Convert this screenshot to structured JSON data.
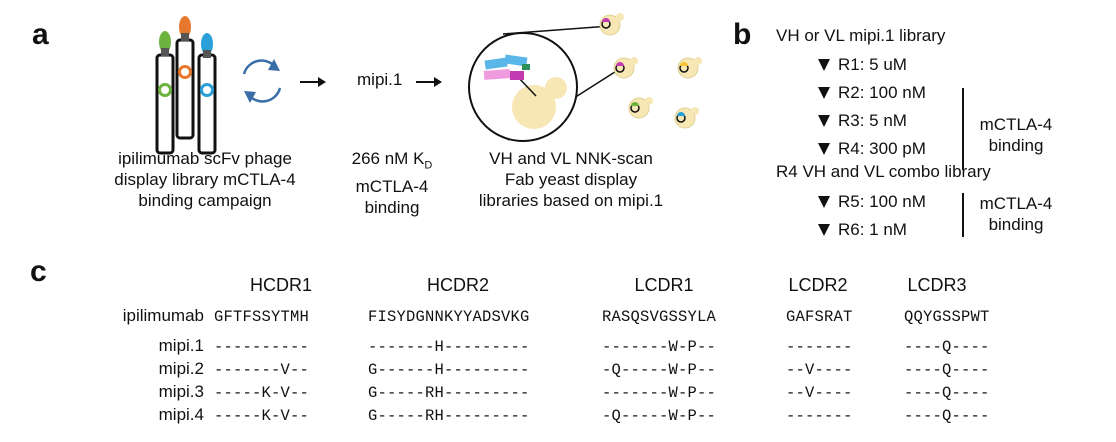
{
  "panels": {
    "a": "a",
    "b": "b",
    "c": "c"
  },
  "panel_a": {
    "mipi_label": "mipi.1",
    "caption_library": [
      "ipilimumab scFv phage",
      "display library mCTLA-4",
      "binding campaign"
    ],
    "caption_kd": {
      "value": "266 nM K",
      "subscript": "D",
      "line2": "mCTLA-4",
      "line3": "binding"
    },
    "caption_yeast": [
      "VH and VL NNK-scan",
      "Fab yeast display",
      "libraries based on mipi.1"
    ],
    "icon_colors": {
      "green": "#6db33f",
      "orange": "#e8772e",
      "blue": "#2a9fd8",
      "pink": "#e06bd0",
      "magenta": "#c23bb0",
      "yeast": "#f6e7b4",
      "yellow": "#f2c230"
    }
  },
  "panel_b": {
    "title1": "VH or VL mipi.1 library",
    "rounds1": [
      "R1: 5 uM",
      "R2: 100 nM",
      "R3: 5 nM",
      "R4: 300 pM"
    ],
    "bracket1": [
      "mCTLA-4",
      "binding"
    ],
    "title2": "R4 VH and VL combo library",
    "rounds2": [
      "R5: 100 nM",
      "R6: 1 nM"
    ],
    "bracket2": [
      "mCTLA-4",
      "binding"
    ]
  },
  "panel_c": {
    "headers": [
      "HCDR1",
      "HCDR2",
      "LCDR1",
      "LCDR2",
      "LCDR3"
    ],
    "rows": [
      {
        "name": "ipilimumab",
        "seqs": [
          "GFTFSSYTMH",
          "FISYDGNNKYYADSVKG",
          "RASQSVGSSYLA",
          "GAFSRAT",
          "QQYGSSPWT"
        ]
      },
      {
        "name": "mipi.1",
        "seqs": [
          "----------",
          "-------H---------",
          "-------W-P--",
          "-------",
          "----Q----"
        ]
      },
      {
        "name": "mipi.2",
        "seqs": [
          "-------V--",
          "G------H---------",
          "-Q-----W-P--",
          "--V----",
          "----Q----"
        ]
      },
      {
        "name": "mipi.3",
        "seqs": [
          "-----K-V--",
          "G-----RH---------",
          "-------W-P--",
          "--V----",
          "----Q----"
        ]
      },
      {
        "name": "mipi.4",
        "seqs": [
          "-----K-V--",
          "G-----RH---------",
          "-Q-----W-P--",
          "-------",
          "----Q----"
        ]
      }
    ]
  }
}
